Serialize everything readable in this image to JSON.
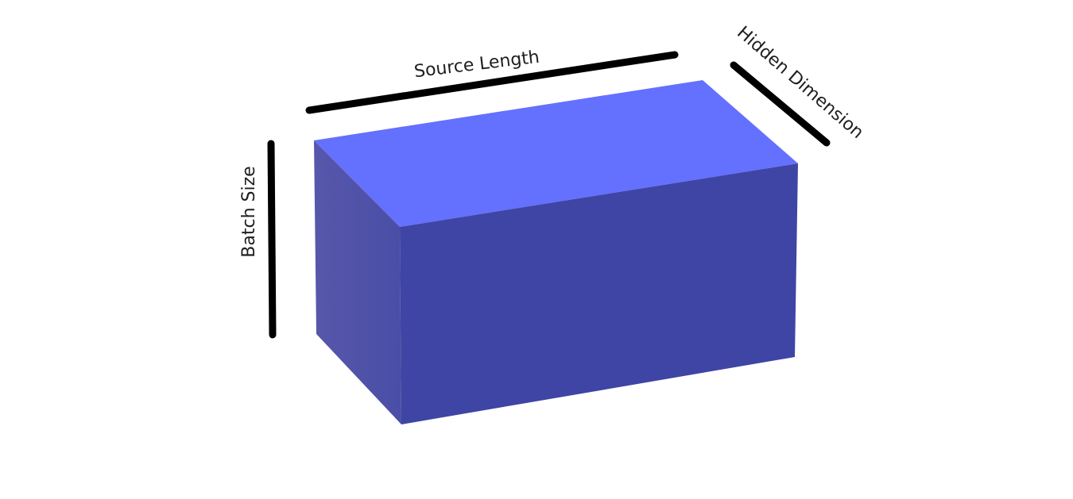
{
  "diagram": {
    "labels": {
      "source_length": "Source Length",
      "hidden_dimension": "Hidden Dimension",
      "batch_size": "Batch Size"
    },
    "colors": {
      "top_face": "#6470fe",
      "front_face": "#3f45a4",
      "side_face": "#5254a4",
      "bars": "#000000",
      "background": "#ffffff"
    }
  }
}
